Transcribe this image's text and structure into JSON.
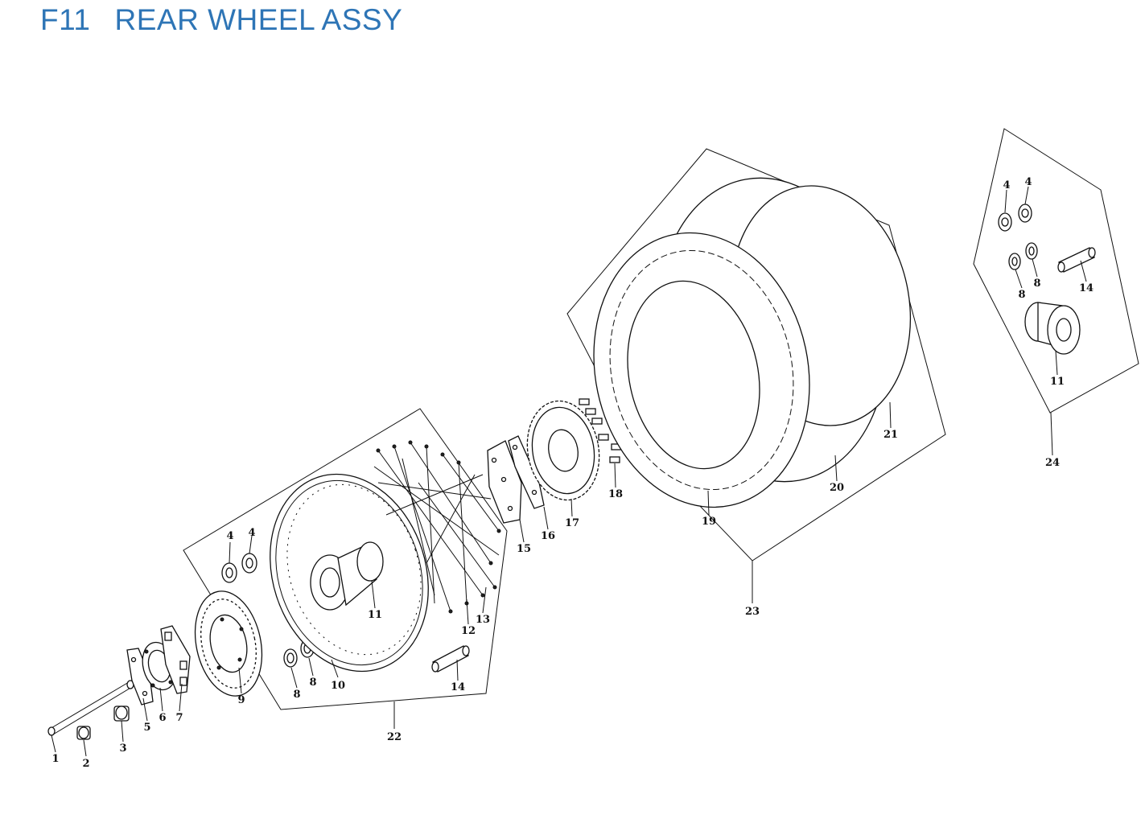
{
  "title": {
    "code": "F11",
    "name": "REAR WHEEL ASSY"
  },
  "callouts": [
    "1",
    "2",
    "3",
    "4",
    "4",
    "5",
    "6",
    "7",
    "8",
    "8",
    "9",
    "10",
    "11",
    "12",
    "13",
    "14",
    "15",
    "16",
    "17",
    "18",
    "19",
    "20",
    "21",
    "22",
    "23",
    "24",
    "4",
    "4",
    "8",
    "8",
    "14",
    "11"
  ],
  "colors": {
    "title": "#2e75b6",
    "lines": "#111111"
  }
}
